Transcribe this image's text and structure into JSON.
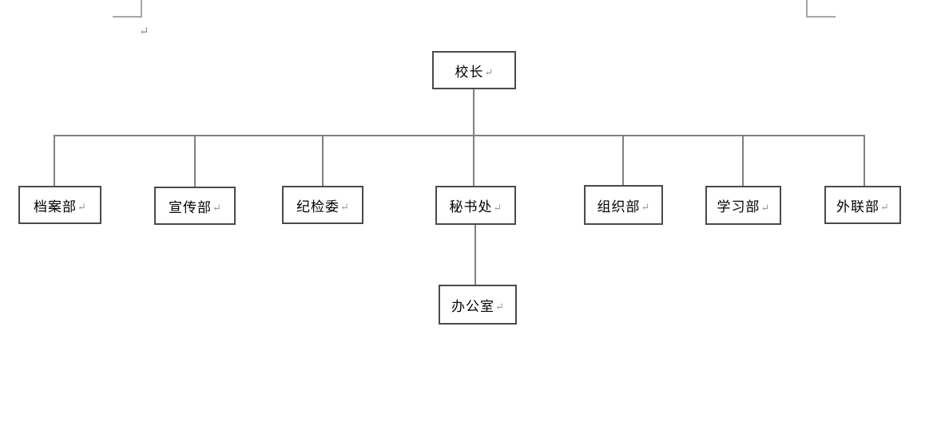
{
  "document": {
    "background": "#ffffff",
    "return_mark": "↵"
  },
  "org_chart": {
    "root": {
      "label": "校长"
    },
    "departments": [
      {
        "label": "档案部"
      },
      {
        "label": "宣传部"
      },
      {
        "label": "纪检委"
      },
      {
        "label": "秘书处"
      },
      {
        "label": "组织部"
      },
      {
        "label": "学习部"
      },
      {
        "label": "外联部"
      }
    ],
    "sub_department": {
      "label": "办公室",
      "parent": "秘书处"
    }
  },
  "colors": {
    "box_border": "#4a4a4a",
    "connector": "#808080",
    "text": "#000000",
    "formatting_marks": "#9a9a9a"
  }
}
